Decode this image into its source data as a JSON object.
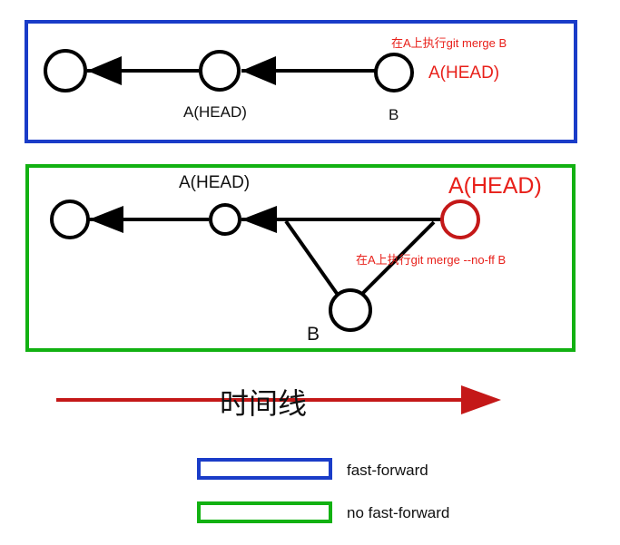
{
  "colors": {
    "fast_forward_box": "#1a3cc8",
    "no_fast_forward_box": "#12b112",
    "timeline_arrow": "#c41818",
    "annotation_text": "#e8201a",
    "node_stroke": "#000000",
    "merge_node_stroke": "#c41818",
    "label_text": "#111111"
  },
  "fast_forward_panel": {
    "command_note": "在A上执行git merge B",
    "head_label": "A(HEAD)",
    "node_a_label": "A(HEAD)",
    "node_b_label": "B"
  },
  "no_fast_forward_panel": {
    "node_a_label": "A(HEAD)",
    "merge_head_label": "A(HEAD)",
    "command_note": "在A上执行git merge --no-ff B",
    "node_b_label": "B"
  },
  "timeline": {
    "label": "时间线"
  },
  "legend": {
    "items": [
      {
        "label": "fast-forward",
        "color_key": "fast_forward_box"
      },
      {
        "label": "no fast-forward",
        "color_key": "no_fast_forward_box"
      }
    ]
  }
}
